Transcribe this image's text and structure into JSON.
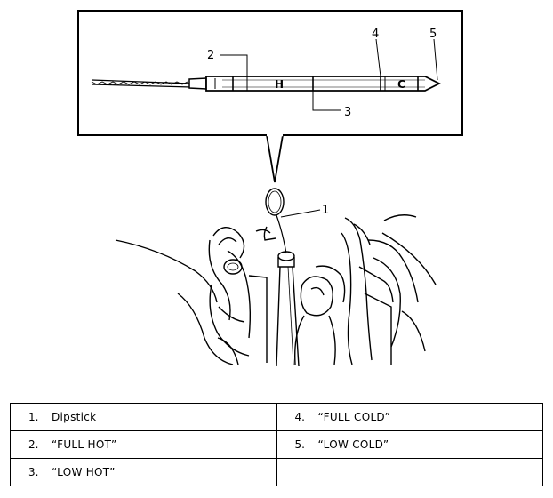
{
  "diagram": {
    "detail_box": {
      "callouts": [
        "2",
        "3",
        "4",
        "5"
      ],
      "dipstick_marks": [
        "H",
        "C"
      ]
    },
    "engine_callout": "1"
  },
  "legend": {
    "rows": [
      [
        {
          "num": "1.",
          "label": "Dipstick"
        },
        {
          "num": "4.",
          "label": "“FULL COLD”"
        }
      ],
      [
        {
          "num": "2.",
          "label": "“FULL HOT”"
        },
        {
          "num": "5.",
          "label": "“LOW COLD”"
        }
      ],
      [
        {
          "num": "3.",
          "label": "“LOW HOT”"
        },
        {
          "num": "",
          "label": ""
        }
      ]
    ]
  }
}
